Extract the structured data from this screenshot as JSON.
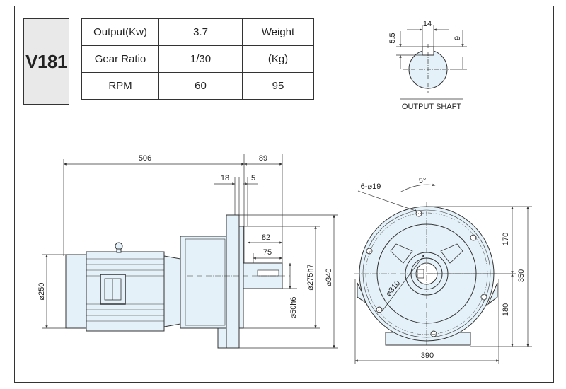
{
  "model": "V181",
  "specs": {
    "row1": {
      "label": "Output(Kw)",
      "value": "3.7",
      "label2": "Weight"
    },
    "row2": {
      "label": "Gear Ratio",
      "value": "1/30",
      "value2": "(Kg)"
    },
    "row3": {
      "label": "RPM",
      "value": "60",
      "value2": "95"
    }
  },
  "shaft": {
    "caption": "OUTPUT SHAFT",
    "dim_width": "14",
    "dim_depth": "5.5",
    "dim_height": "9"
  },
  "side_view": {
    "dim_overall": "506",
    "dim_89": "89",
    "dim_18": "18",
    "dim_5": "5",
    "dim_82": "82",
    "dim_75": "75",
    "dim_motor_dia": "⌀250",
    "dim_shaft_dia": "⌀50h6",
    "dim_pilot_dia": "⌀275h7",
    "dim_flange_dia": "⌀340"
  },
  "front_view": {
    "dim_holes": "6-⌀19",
    "dim_angle": "5°",
    "dim_pcd": "⌀310",
    "dim_upper": "170",
    "dim_lower": "180",
    "dim_total": "350",
    "dim_width": "390"
  },
  "colors": {
    "fill": "#e4f1f8",
    "line": "#333333",
    "dim": "#444444"
  }
}
